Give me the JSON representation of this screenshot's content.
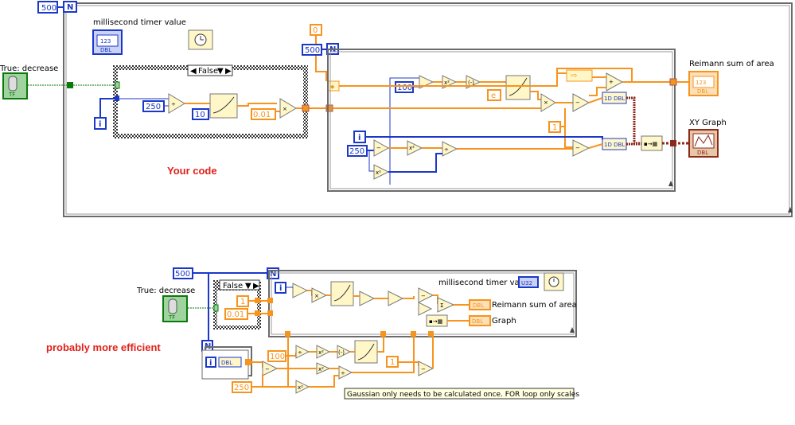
{
  "top": {
    "loop_count": "500",
    "n_label": "N",
    "timer_label": "millisecond timer value",
    "timer_type": "DBL",
    "timer_icon": "123",
    "toggle_label": "True: decrease",
    "toggle_type": "TF",
    "case_selector": "False",
    "const_250": "250",
    "const_10": "10",
    "const_001": "0.01",
    "i_label": "i",
    "shift_init": "0",
    "inner_count": "500",
    "const_100": "100",
    "const_e": "e",
    "const_1": "1",
    "const_250b": "250",
    "sum_label": "Reimann sum of area",
    "sum_icon": "123",
    "sum_type": "DBL",
    "graph_label": "XY Graph",
    "graph_type": "DBL",
    "your_code": "Your code"
  },
  "bottom": {
    "loop_count": "500",
    "n_label": "N",
    "toggle_label": "True: decrease",
    "toggle_type": "TF",
    "case_selector": "False",
    "const_1": "1",
    "const_001": "0.01",
    "i_label": "i",
    "timer_label": "millisecond timer value",
    "timer_type": "U32",
    "sum_label": "Reimann sum of area",
    "sum_type": "DBL",
    "graph_label": "Graph",
    "graph_type": "DBL",
    "const_100": "100",
    "const_1b": "1",
    "const_250": "250",
    "dbl_const": "DBL",
    "efficient_note": "probably more efficient",
    "comment": "Gaussian only needs to be calculated once. FOR loop only scales"
  },
  "colors": {
    "orange_wire": "#f7941d",
    "blue_wire": "#1c38c8",
    "green_wire": "#0a7a0a",
    "prim_fill": "#fff7c8",
    "loop_border": "#5a5a5a",
    "red_text": "#e0211b"
  }
}
